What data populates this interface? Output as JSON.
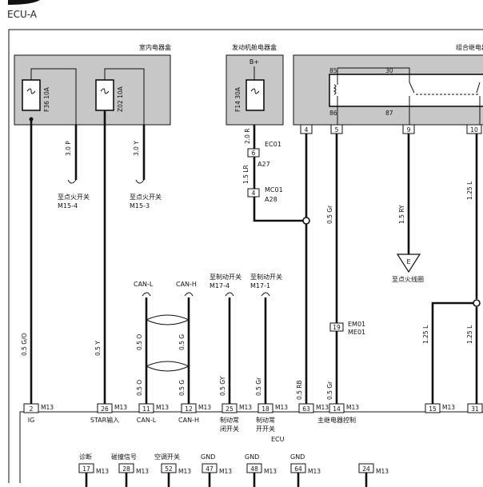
{
  "title": "ECU-A",
  "boxes": {
    "indoor": "室内电器盒",
    "engine": "发动机舱电器盒",
    "combo": "组合继电器"
  },
  "fuses": {
    "f36": "F36 10A",
    "z02": "Z02 10A",
    "f14": "F14 30A",
    "bplus": "B+"
  },
  "relay": {
    "p85": "85",
    "p30": "30",
    "p86": "86",
    "p87": "87"
  },
  "top_pins": {
    "p4": "4",
    "p5": "5",
    "p9": "9",
    "p10": "10"
  },
  "wires": {
    "w1": "3.0 P",
    "w2": "3.0 Y",
    "w3": "2.0 R",
    "w4": "1.5 LR",
    "w_gio": "0.5 G/O",
    "w_y": "0.5 Y",
    "w_o1": "0.5 O",
    "w_o2": "0.5 O",
    "w_g1": "0.5 G",
    "w_g2": "0.5 G",
    "w_gy": "0.5 GY",
    "w_gr1": "0.5 Gr",
    "w_rb": "0.5 RB",
    "w_gr2": "0.5 Gr",
    "w_gr3": "0.5 Gr",
    "w_ry": "1.5 RY",
    "w_l1": "1.25 L",
    "w_l2": "1.25 L",
    "w_l3": "1.25 L"
  },
  "targets": {
    "m154_a": "至点火开关",
    "m154_b": "M15-4",
    "m153_a": "至点火开关",
    "m153_b": "M15-3",
    "ign_coil": "至点火线圈",
    "e_symbol": "E",
    "can_l": "CAN-L",
    "can_h": "CAN-H",
    "brk1_a": "至制动开关",
    "brk1_b": "M17-4",
    "brk2_a": "至制动开关",
    "brk2_b": "M17-1"
  },
  "connectors": {
    "ec01_pin": "6",
    "ec01": "EC01",
    "a27": "A27",
    "mc01_pin": "4",
    "mc01": "MC01",
    "a28": "A28",
    "em_pin": "19",
    "em01": "EM01",
    "me01": "ME01"
  },
  "ecu": {
    "name": "ECU",
    "conn": "M13",
    "pins": [
      {
        "num": "2",
        "label": "IG"
      },
      {
        "num": "26",
        "label": "STAR输入"
      },
      {
        "num": "11",
        "label": "CAN-L"
      },
      {
        "num": "12",
        "label": "CAN-H"
      },
      {
        "num": "25",
        "label": "制动常",
        "label2": "闭开关"
      },
      {
        "num": "18",
        "label": "制动常",
        "label2": "开开关"
      },
      {
        "num": "63",
        "label": ""
      },
      {
        "num": "14",
        "label": "主继电器控制"
      },
      {
        "num": "15",
        "label": ""
      },
      {
        "num": "31",
        "label": ""
      }
    ],
    "bottom_labels": {
      "diag": "诊断",
      "crash": "碰撞信号",
      "ac": "空调开关",
      "gnd1": "GND",
      "gnd2": "GND",
      "gnd3": "GND"
    },
    "bottom_pins": [
      "17",
      "28",
      "52",
      "47",
      "48",
      "64",
      "24"
    ]
  }
}
